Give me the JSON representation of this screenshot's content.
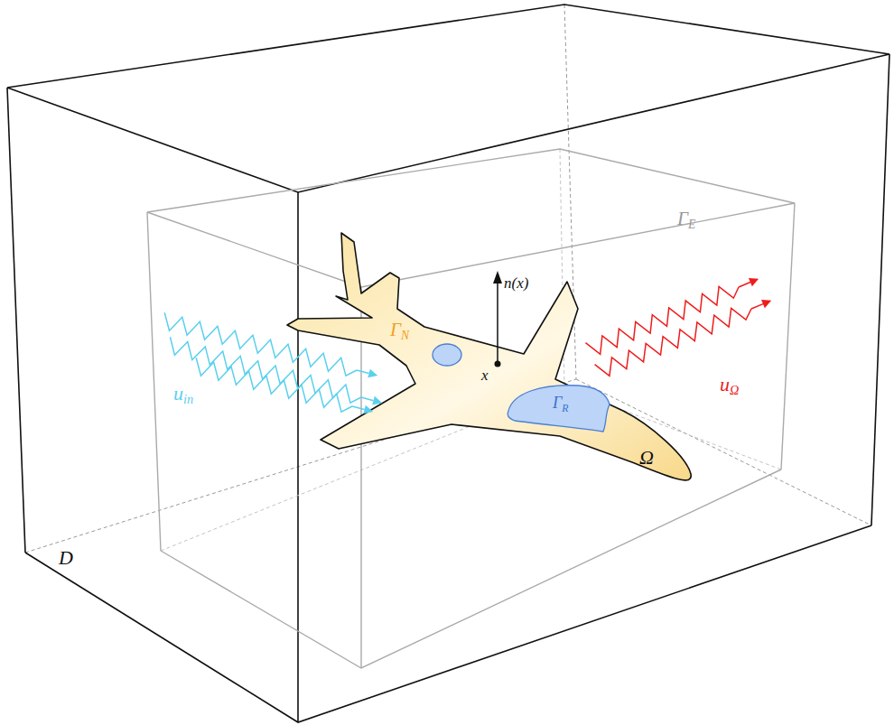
{
  "diagram": {
    "labels": [
      "D",
      "ΓE",
      "n(x)",
      "x",
      "ΓN",
      "ΓR",
      "uin",
      "uΩ",
      "Ω"
    ]
  }
}
